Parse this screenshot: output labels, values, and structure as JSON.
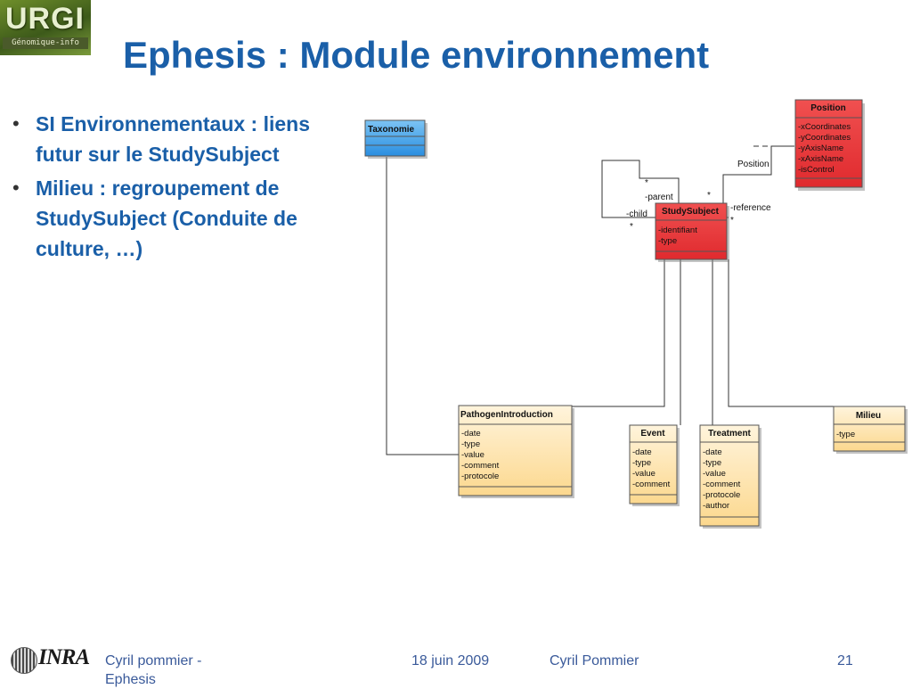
{
  "logo": {
    "brand": "URGI",
    "subtitle": "Génomique-info"
  },
  "title": "Ephesis : Module environnement",
  "bullets": [
    "SI Environnementaux : liens futur sur le StudySubject",
    "Milieu : regroupement de StudySubject (Conduite de culture, …)"
  ],
  "colors": {
    "title": "#1a5fa8",
    "blue_class": "#4aa8ec",
    "red_class": "#e8383c",
    "orange_class": "#fde3a8"
  },
  "diagram": {
    "classes": {
      "taxonomie": {
        "name": "Taxonomie",
        "attributes": []
      },
      "position": {
        "name": "Position",
        "attributes": [
          "-xCoordinates",
          "-yCoordinates",
          "-yAxisName",
          "-xAxisName",
          "-isControl"
        ]
      },
      "studysubject": {
        "name": "StudySubject",
        "attributes": [
          "-identifiant",
          "-type"
        ]
      },
      "pathogen": {
        "name": "PathogenIntroduction",
        "attributes": [
          "-date",
          "-type",
          "-value",
          "-comment",
          "-protocole"
        ]
      },
      "event": {
        "name": "Event",
        "attributes": [
          "-date",
          "-type",
          "-value",
          "-comment"
        ]
      },
      "treatment": {
        "name": "Treatment",
        "attributes": [
          "-date",
          "-type",
          "-value",
          "-comment",
          "-protocole",
          "-author"
        ]
      },
      "milieu": {
        "name": "Milieu",
        "attributes": [
          "-type"
        ]
      }
    },
    "labels": {
      "parent": "-parent",
      "child": "-child",
      "reference": "-reference",
      "position_assoc": "Position",
      "mult_parent": "*",
      "mult_child": "*",
      "mult_ref_src": "*",
      "mult_ref_dst": "*"
    }
  },
  "footer": {
    "logo": "INRA",
    "left": "Cyril pommier - Ephesis",
    "date": "18 juin 2009",
    "author": "Cyril Pommier",
    "page": "21"
  }
}
